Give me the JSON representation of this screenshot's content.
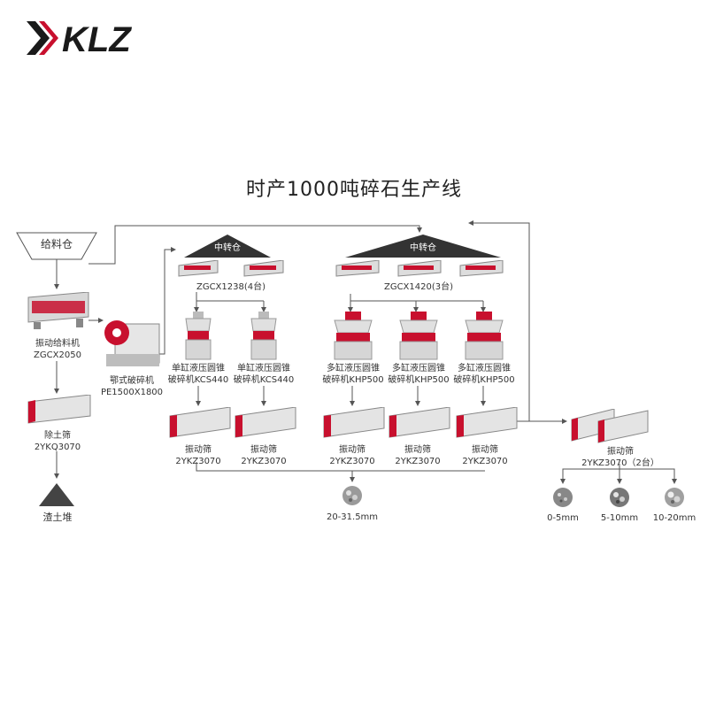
{
  "logo": {
    "text": "KLZ",
    "color": "#1a1a1a",
    "accent": "#c8102e"
  },
  "title": "时产1000吨碎石生产线",
  "colors": {
    "line": "#555555",
    "roof": "#333333",
    "machine_red": "#c8102e",
    "machine_grey": "#d8d8d8"
  },
  "nodes": {
    "bin": "给料仓",
    "feeder": {
      "name": "振动给料机",
      "model": "ZGCX2050"
    },
    "jaw": {
      "name": "鄂式破碎机",
      "model": "PE1500X1800"
    },
    "scalper": {
      "name": "除土筛",
      "model": "2YKQ3070"
    },
    "waste": "渣土堆",
    "silo_left": "中转仓",
    "silo_right": "中转仓",
    "feeders_left": "ZGCX1238(4台)",
    "feeders_right": "ZGCX1420(3台)",
    "cone_kcs": [
      {
        "line1": "单缸液压圆锥",
        "line2": "破碎机KCS440"
      },
      {
        "line1": "单缸液压圆锥",
        "line2": "破碎机KCS440"
      }
    ],
    "cone_khp": [
      {
        "line1": "多缸液压圆锥",
        "line2": "破碎机KHP500"
      },
      {
        "line1": "多缸液压圆锥",
        "line2": "破碎机KHP500"
      },
      {
        "line1": "多缸液压圆锥",
        "line2": "破碎机KHP500"
      }
    ],
    "screens": [
      {
        "name": "振动筛",
        "model": "2YKZ3070"
      },
      {
        "name": "振动筛",
        "model": "2YKZ3070"
      },
      {
        "name": "振动筛",
        "model": "2YKZ3070"
      },
      {
        "name": "振动筛",
        "model": "2YKZ3070"
      },
      {
        "name": "振动筛",
        "model": "2YKZ3070"
      }
    ],
    "final_screen": {
      "name": "振动筛",
      "model": "2YKZ3070（2台）"
    },
    "products": [
      "20-31.5mm",
      "0-5mm",
      "5-10mm",
      "10-20mm"
    ]
  }
}
